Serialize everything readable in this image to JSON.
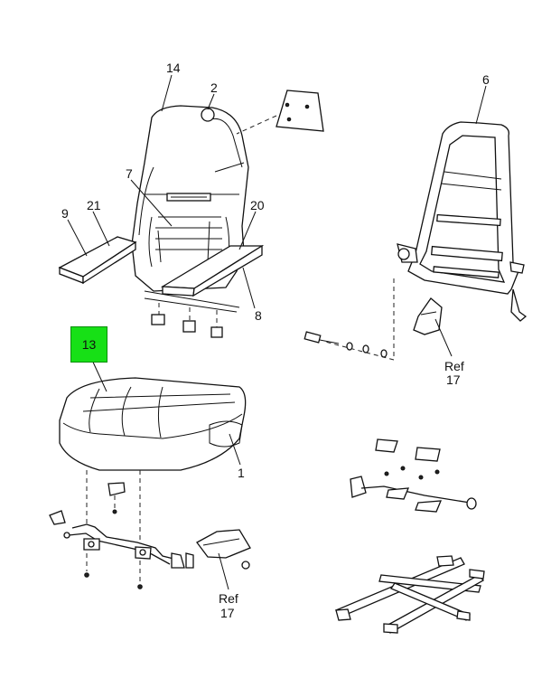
{
  "callouts": {
    "c14": "14",
    "c2": "2",
    "c6": "6",
    "c7": "7",
    "c9": "9",
    "c21": "21",
    "c20": "20",
    "c8": "8",
    "c13": "13",
    "c1": "1",
    "ref_top": "Ref",
    "ref_top_num": "17",
    "ref_bottom": "Ref",
    "ref_bottom_num": "17"
  },
  "highlight_color": "#17e016"
}
